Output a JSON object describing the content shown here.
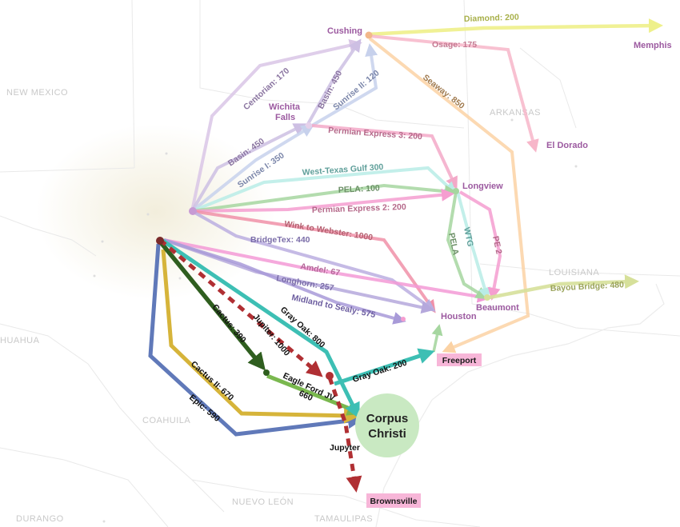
{
  "regions": {
    "new_mexico": "NEW MEXICO",
    "arkansas": "ARKANSAS",
    "louisiana": "LOUISIANA",
    "chihuahua": "HUAHUA",
    "coahuila": "COAHUILA",
    "nuevo_leon": "NUEVO LEÓN",
    "durango": "DURANGO",
    "tamaulipas": "TAMAULIPAS"
  },
  "cities": {
    "cushing": "Cushing",
    "memphis": "Memphis",
    "wichita_falls_1": "Wichita",
    "wichita_falls_2": "Falls",
    "el_dorado": "El Dorado",
    "longview": "Longview",
    "houston": "Houston",
    "beaumont": "Beaumont",
    "freeport": "Freeport",
    "corpus_christi_1": "Corpus",
    "corpus_christi_2": "Christi",
    "brownsville": "Brownsville"
  },
  "pipelines": {
    "diamond": "Diamond: 200",
    "osage": "Osage: 175",
    "seaway": "Seaway: 850",
    "centorian": "Centorian: 170",
    "basin_a": "Basin: 450",
    "sunrise_ii": "Sunrise II: 120",
    "basin_b": "Basin: 450",
    "sunrise_i": "Sunrise I: 350",
    "permian_express_3": "Permian Express 3: 200",
    "west_texas_gulf": "West-Texas Gulf 300",
    "pela_100": "PELA: 100",
    "permian_express_2": "Permian Express 2: 200",
    "wink_to_webster": "Wink to Webster: 1000",
    "bridgetex": "BridgeTex: 440",
    "amdel": "Amdel: 67",
    "longhorn": "Longhorn: 257",
    "midland_to_sealy": "Midland to Sealy: 575",
    "pela": "PELA",
    "wtg": "WTG",
    "pe2": "PE 2",
    "bayou_bridge": "Bayou Bridge: 480",
    "gray_oak_800": "Gray Oak: 800",
    "gray_oak_200": "Gray Oak: 200",
    "cactus": "Cactus: 390",
    "jupiter_1000": "Jupiter: 1000",
    "eagle_ford_jv_1": "Eagle Ford JV",
    "eagle_ford_jv_2": "660",
    "cactus_ii": "Cactus II: 670",
    "epic": "Epic: 590",
    "jupyter": "Jupyter"
  },
  "colors": {
    "cushing_routes": "#f5c9a0",
    "diamond": "#eef08a",
    "osage": "#f7b6c9",
    "seaway": "#fbd2a4",
    "centorian": "#d9c6e6",
    "basin": "#cdbfe3",
    "sunrise": "#c7d1ec",
    "permian_express_3": "#f3a9c8",
    "west_texas_gulf": "#b9ece6",
    "pela": "#a6d6a0",
    "permian_express_2": "#f59ed0",
    "wink_to_webster": "#f090a8",
    "bridgetex": "#bbaee0",
    "amdel": "#f39ad6",
    "longhorn": "#b5a8dc",
    "midland_to_sealy": "#a89ad8",
    "gray_oak": "#3dbfb4",
    "cactus": "#2f5e1f",
    "jupiter": "#b02f33",
    "eagle_ford": "#7ab84f",
    "cactus_ii": "#d6b43a",
    "epic": "#6079b9",
    "bayou_bridge": "#d6e09a",
    "corpus_hub": "#c9e9c2",
    "box_fill": "#f7b6d8"
  }
}
